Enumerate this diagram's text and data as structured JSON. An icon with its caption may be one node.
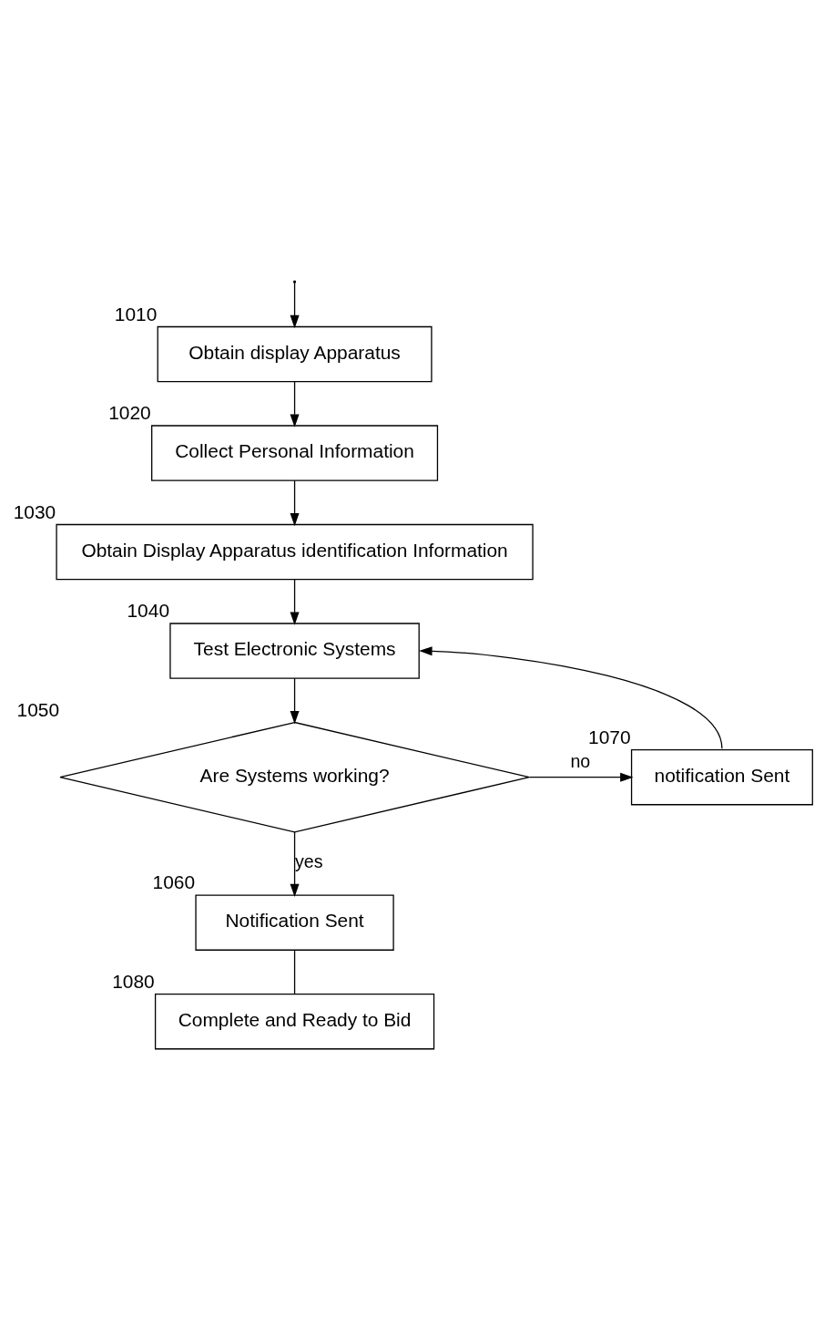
{
  "diagram": {
    "nodes": [
      {
        "text": [
          "Obtain display Apparatus"
        ],
        "beside": [
          "1010"
        ]
      },
      {
        "text": [
          "Collect Personal Information"
        ],
        "beside": [
          "1020"
        ]
      },
      {
        "text": [
          "Obtain Display Apparatus identification Information"
        ],
        "beside": [
          "1030"
        ]
      },
      {
        "text": [
          "Test Electronic Systems"
        ],
        "beside": [
          "1040"
        ]
      },
      {
        "text": [
          "Are Systems working?"
        ],
        "beside": [
          "1050"
        ]
      },
      {
        "text": [
          "notification Sent"
        ],
        "beside": [
          "1070"
        ]
      },
      {
        "text": [
          "Notification Sent"
        ],
        "beside": [
          "1060"
        ]
      },
      {
        "text": [
          "Complete and Ready to Bid"
        ],
        "beside": [
          "1080"
        ]
      }
    ],
    "edges": [
      {
        "from": null,
        "to": 0,
        "arrow": "to"
      },
      {
        "from": 0,
        "to": 1,
        "arrow": "to"
      },
      {
        "from": 1,
        "to": 2,
        "arrow": "to"
      },
      {
        "from": 2,
        "to": 3,
        "arrow": "to"
      },
      {
        "from": 3,
        "to": 4,
        "arrow": "to"
      },
      {
        "from": 4,
        "to": 5,
        "arrow": "to",
        "label": "no"
      },
      {
        "from": 5,
        "to": 3,
        "arrow": "to"
      },
      {
        "from": 4,
        "to": 6,
        "arrow": "to",
        "label": "yes"
      },
      {
        "from": 6,
        "to": 7,
        "arrow": "none"
      }
    ]
  }
}
